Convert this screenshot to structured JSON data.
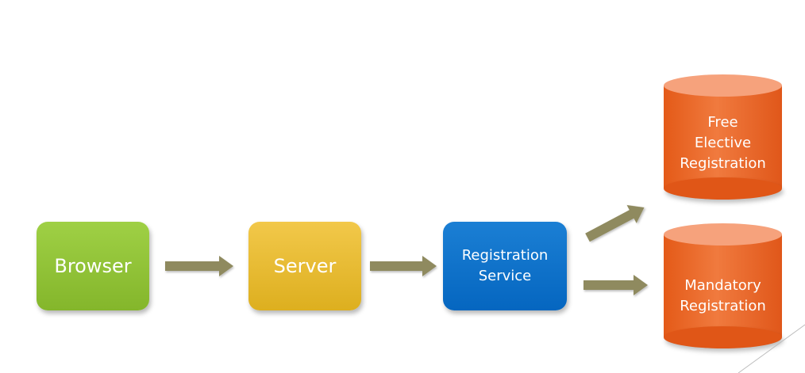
{
  "diagram": {
    "nodes": [
      {
        "id": "browser",
        "label": "Browser",
        "shape": "rounded-rect",
        "color": "#8dc43a"
      },
      {
        "id": "server",
        "label": "Server",
        "shape": "rounded-rect",
        "color": "#e8bc2e"
      },
      {
        "id": "registration_service",
        "label": "Registration\nService",
        "shape": "rounded-rect",
        "color": "#0f72cc"
      },
      {
        "id": "free_elective",
        "label": "Free\nElective\nRegistration",
        "shape": "cylinder",
        "color": "#ea6a2a"
      },
      {
        "id": "mandatory",
        "label": "Mandatory\nRegistration",
        "shape": "cylinder",
        "color": "#ea6a2a"
      }
    ],
    "edges": [
      {
        "from": "browser",
        "to": "server"
      },
      {
        "from": "server",
        "to": "registration_service"
      },
      {
        "from": "registration_service",
        "to": "free_elective"
      },
      {
        "from": "registration_service",
        "to": "mandatory"
      }
    ],
    "arrow_color": "#8f8a5e"
  }
}
